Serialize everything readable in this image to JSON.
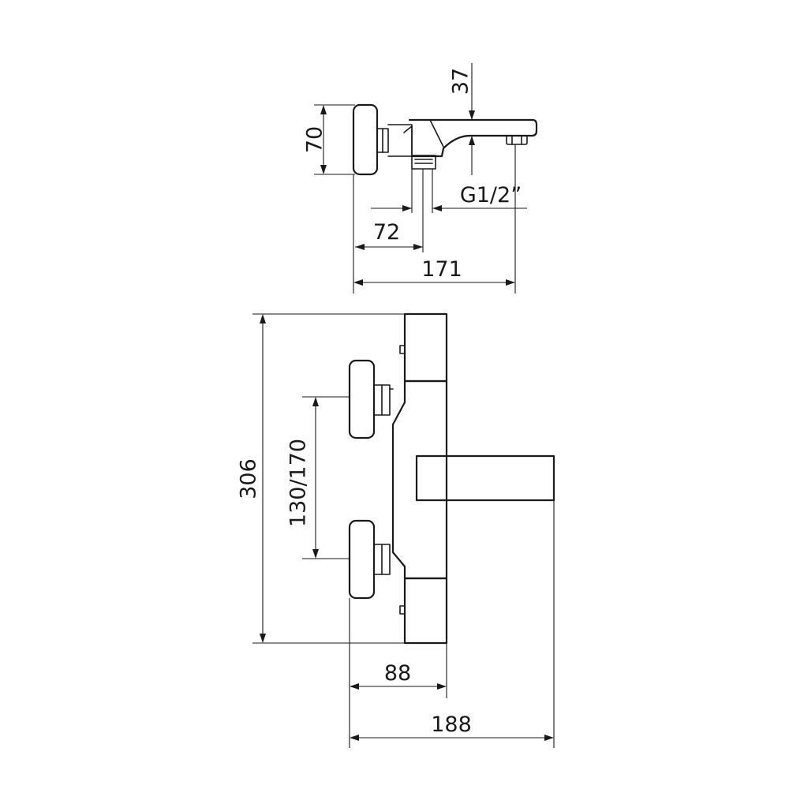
{
  "dimensions": {
    "top_view": {
      "height": "70",
      "spout_offset": "37",
      "thread": "G1/2”",
      "inlet_depth": "72",
      "total_depth": "171"
    },
    "front_view": {
      "total_height": "306",
      "inlet_spacing": "130/170",
      "body_depth": "88",
      "total_width": "188"
    }
  }
}
